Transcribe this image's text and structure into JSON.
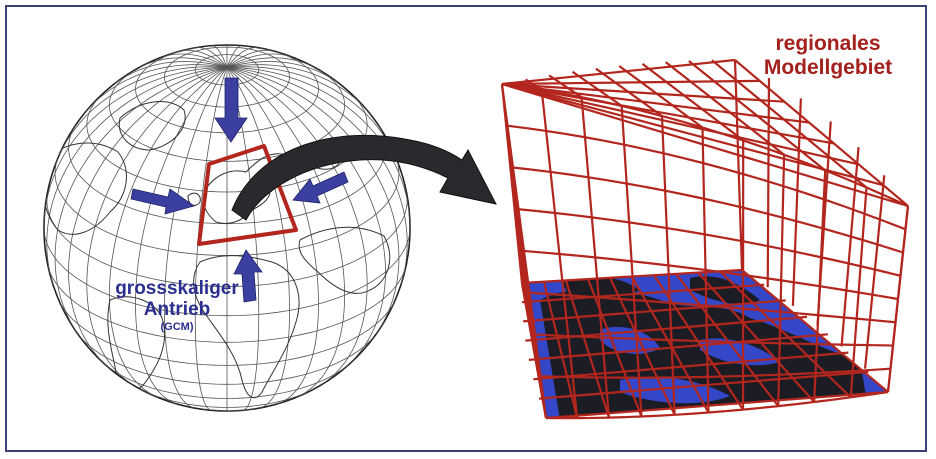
{
  "diagram": {
    "left_label": {
      "line1": "grossskaliger",
      "line2": "Antrieb",
      "line3": "(GCM)"
    },
    "right_label": {
      "line1": "regionales",
      "line2": "Modellgebiet"
    }
  },
  "colors": {
    "frame": "#3a3f7a",
    "grid_red": "#b3261e",
    "arrow_blue": "#3b3fa0",
    "text_blue": "#2b2f8f",
    "text_red": "#a3201c",
    "land_dark": "#1c1c24",
    "sea_blue": "#3347c8",
    "big_arrow": "#2a2a2e"
  },
  "icons": [
    "globe-icon",
    "inflow-arrow-icon",
    "transfer-arrow-icon",
    "model-grid-icon"
  ]
}
